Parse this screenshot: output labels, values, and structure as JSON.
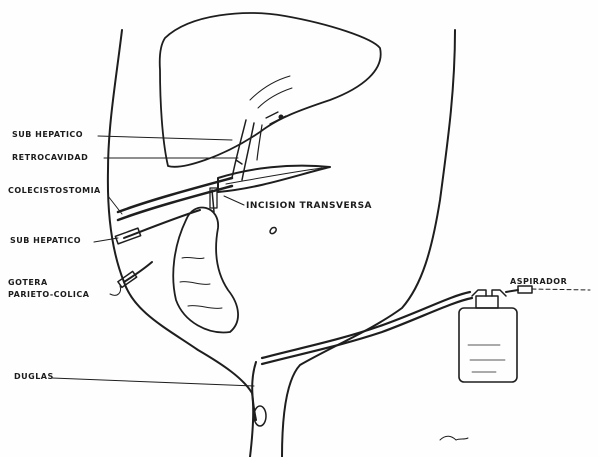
{
  "labels": {
    "sub_hepatico_1": "SUB HEPATICO",
    "retrocavidad": "RETROCAVIDAD",
    "colecistostomia": "COLECISTOSTOMIA",
    "incision_transversa": "INCISION TRANSVERSA",
    "sub_hepatico_2": "SUB HEPATICO",
    "gotera_line1": "GOTERA",
    "gotera_line2": "PARIETO-COLICA",
    "aspirador": "ASPIRADOR",
    "duglas": "DUGLAS"
  }
}
